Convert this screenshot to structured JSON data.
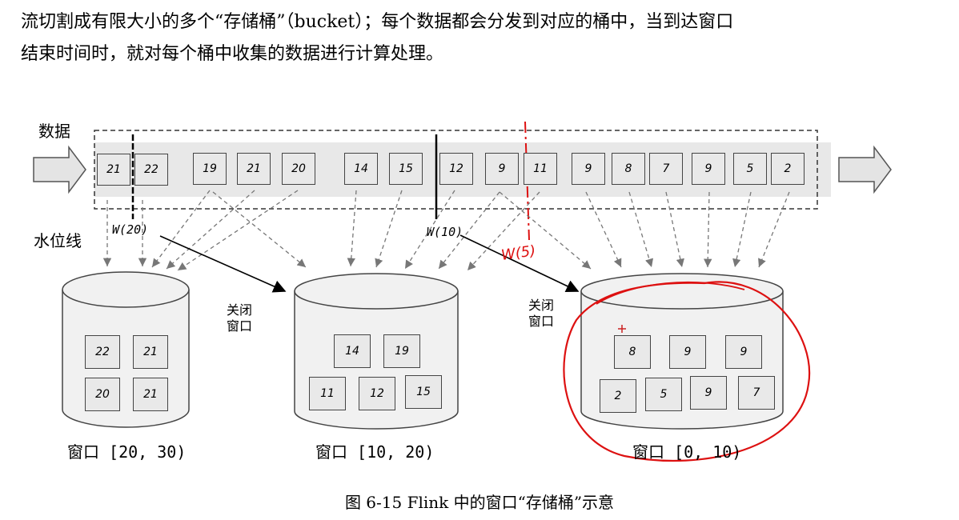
{
  "paragraph": {
    "line1": "流切割成有限大小的多个“存储桶”（bucket）；每个数据都会分发到对应的桶中，当到达窗口",
    "line2": "结束时间时，就对每个桶中收集的数据进行计算处理。"
  },
  "diagram": {
    "data_label": "数据",
    "watermark_label": "水位线",
    "stream": [
      "21",
      "22",
      "19",
      "21",
      "20",
      "14",
      "15",
      "12",
      "9",
      "11",
      "9",
      "8",
      "7",
      "9",
      "5",
      "2"
    ],
    "watermark_markers": [
      "W(20)",
      "W(10)"
    ],
    "close_window_label": [
      "关闭",
      "窗口"
    ],
    "annotation": "W(5)",
    "windows": [
      {
        "label": "窗口 [20, 30)",
        "items": [
          "22",
          "21",
          "20",
          "21"
        ]
      },
      {
        "label": "窗口 [10, 20)",
        "items": [
          "14",
          "19",
          "11",
          "12",
          "15"
        ]
      },
      {
        "label": "窗口 [0, 10)",
        "items": [
          "8",
          "9",
          "9",
          "2",
          "5",
          "9",
          "7"
        ]
      }
    ]
  },
  "caption": "图 6-15 Flink 中的窗口“存储桶”示意"
}
